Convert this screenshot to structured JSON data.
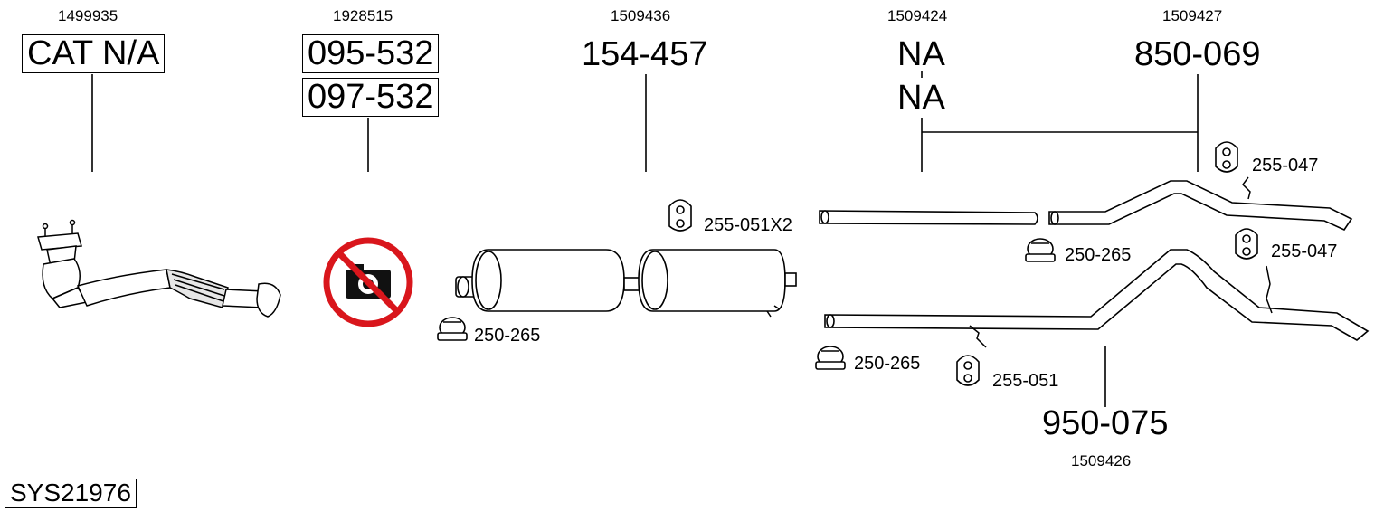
{
  "diagram": {
    "system_code": "SYS21976",
    "sections": [
      {
        "oem": "1499935",
        "labels": [
          "CAT N/A"
        ]
      },
      {
        "oem": "1928515",
        "labels": [
          "095-532",
          "097-532"
        ]
      },
      {
        "oem": "1509436",
        "labels": [
          "154-457"
        ]
      },
      {
        "oem": "1509424",
        "labels": [
          "NA",
          "NA"
        ]
      },
      {
        "oem": "1509427",
        "labels": [
          "850-069"
        ]
      },
      {
        "oem": "1509426",
        "labels": [
          "950-075"
        ]
      }
    ],
    "accessories": [
      "255-051X2",
      "250-265",
      "250-265",
      "255-047",
      "255-047",
      "250-265",
      "255-051"
    ]
  },
  "colors": {
    "line": "#000000",
    "no_photo": "#d9161c",
    "part_fill": "#ffffff",
    "part_shade": "#e6e6e6"
  },
  "icons": [
    "catalytic-converter-icon",
    "no-photo-icon",
    "muffler-icon",
    "pipe-icon",
    "clamp-icon",
    "rubber-hanger-icon"
  ]
}
